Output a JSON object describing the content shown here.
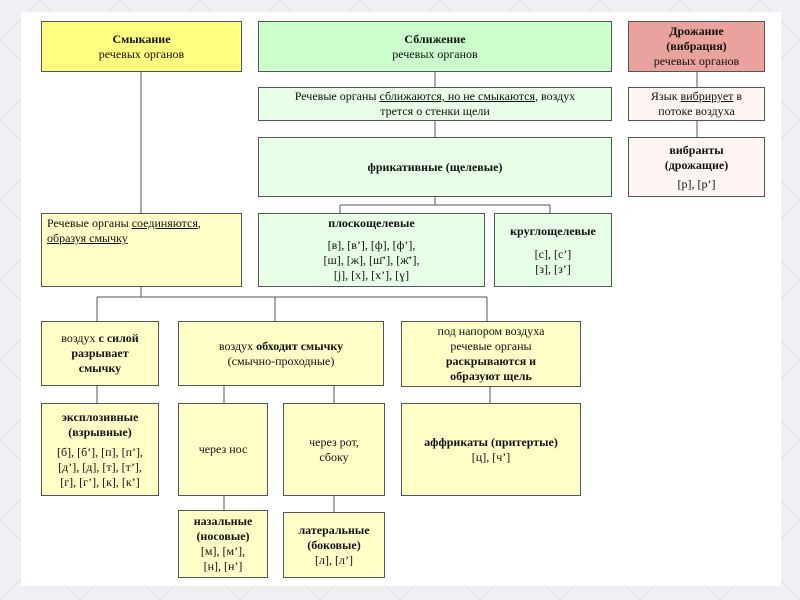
{
  "colors": {
    "yellow_light": "#ffffc8",
    "yellow_bright": "#ffff80",
    "green": "#ccffcc",
    "green_light": "#e6ffe6",
    "pink": "#eaa29c",
    "pink_pale": "#fff5f5",
    "border": "#555555"
  },
  "headers": {
    "closure": {
      "title": "Смыкание",
      "sub": "речевых органов"
    },
    "approximation": {
      "title": "Сближение",
      "sub": "речевых органов"
    },
    "trill": {
      "title_1": "Дрожание",
      "title_2": "(вибрация)",
      "sub": "речевых органов"
    }
  },
  "closure_desc": {
    "t1": "Речевые органы ",
    "t2": "соединяются",
    "t3": ",",
    "t4": "образуя смычку"
  },
  "approx_desc": {
    "t1": "Речевые органы ",
    "t2": "сближаются, но не смыкаются",
    "t3": ", воздух",
    "t4": "трется о стенки щели"
  },
  "trill_desc": {
    "t1": "Язык ",
    "t2": "вибрирует",
    "t3": " в",
    "t4": "потоке воздуха"
  },
  "fricatives": {
    "label": "фрикативные (щелевые)"
  },
  "flat": {
    "title": "плоскощелевые",
    "l1": "[в], [в’], [ф], [ф’],",
    "l2": "[ш], [ж], [ш̄’], [ж̄’],",
    "l3": "[j], [х], [х’], [ɣ]"
  },
  "round": {
    "title": "круглощелевые",
    "l1": "[с], [с’]",
    "l2": "[з], [з’]"
  },
  "vibrants": {
    "t1": "вибранты",
    "t2": "(дрожащие)",
    "sounds": "[р], [р’]"
  },
  "burst": {
    "t1": "воздух ",
    "t2": "с силой",
    "t3": "разрывает",
    "t4": "смычку"
  },
  "bypass": {
    "t1": "воздух ",
    "t2": "обходит смычку",
    "t3": "(смычно-проходные)"
  },
  "pressure": {
    "l1": "под напором воздуха",
    "l2": "речевые органы",
    "l3": "раскрываются и",
    "l4": "образуют щель"
  },
  "plosives": {
    "t1": "эксплозивные",
    "t2": "(взрывные)",
    "l1": "[б], [б’], [п], [п’],",
    "l2": "[д’], [д], [т], [т’],",
    "l3": "[г], [г’], [к], [к’]"
  },
  "nose": {
    "label": "через нос"
  },
  "mouth": {
    "l1": "через рот,",
    "l2": "сбоку"
  },
  "affricates": {
    "title": "аффрикаты (притертые)",
    "sounds": "[ц], [ч’]"
  },
  "nasals": {
    "t1": "назальные",
    "t2": "(носовые)",
    "l1": "[м], [м’],",
    "l2": "[н], [н’]"
  },
  "laterals": {
    "t1": "латеральные",
    "t2": "(боковые)",
    "sounds": "[л], [л’]"
  }
}
